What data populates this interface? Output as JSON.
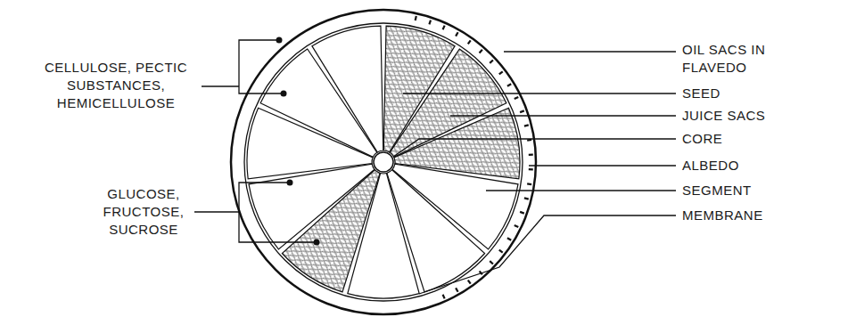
{
  "diagram": {
    "labels": [
      "CELLULOSE, PECTIC SUBSTANCES, HEMICELLULOSE",
      "GLUCOSE, FRUCTOSE, SUCROSE",
      "OIL SACS IN FLAVEDO",
      "SEED",
      "JUICE SACS",
      "CORE",
      "ALBEDO",
      "SEGMENT",
      "MEMBRANE"
    ]
  }
}
